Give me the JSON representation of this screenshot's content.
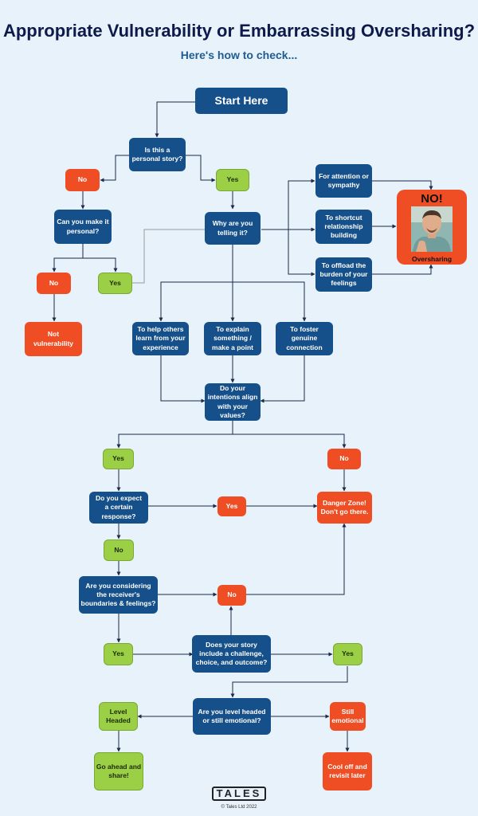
{
  "title": "Appropriate Vulnerability or Embarrassing Oversharing?",
  "subtitle": "Here's how to check...",
  "nodes": {
    "start": "Start Here",
    "q_personal": "Is this a\npersonal story?",
    "no_1": "No",
    "yes_1": "Yes",
    "q_make_personal": "Can you make it\npersonal?",
    "no_2": "No",
    "yes_2": "Yes",
    "not_vulnerability": "Not\nvulnerability",
    "q_why": "Why are you\ntelling it?",
    "attention": "For attention or\nsympathy",
    "shortcut": "To shortcut\nrelationship\nbuilding",
    "offload": "To offload the\nburden of your\nfeelings",
    "help_others": "To help others\nlearn from your\nexperience",
    "explain": "To explain\nsomething /\nmake a point",
    "foster": "To foster\ngenuine\nconnection",
    "q_align": "Do your\nintentions align\nwith your\nvalues?",
    "yes_3": "Yes",
    "no_3": "No",
    "q_expect": "Do you expect\na certain\nresponse?",
    "yes_4": "Yes",
    "danger": "Danger Zone!\nDon't go there.",
    "no_4": "No",
    "q_boundaries": "Are you considering\nthe receiver's\nboundaries & feelings?",
    "no_5": "No",
    "yes_5": "Yes",
    "q_story": "Does your story\ninclude a challenge,\nchoice, and outcome?",
    "yes_6": "Yes",
    "q_level": "Are you level headed\nor still emotional?",
    "level_headed": "Level\nHeaded",
    "still_emotional": "Still\nemotional",
    "go_ahead": "Go ahead and\nshare!",
    "cool_off": "Cool off and\nrevisit later"
  },
  "no_card": {
    "title": "NO!",
    "caption": "Oversharing"
  },
  "footer": {
    "logo": "TALES",
    "copyright": "© Tales Ltd 2022"
  },
  "colors": {
    "blue": "#16508a",
    "green": "#9bcf45",
    "red": "#ef4e24",
    "background": "#e8f2fa"
  }
}
